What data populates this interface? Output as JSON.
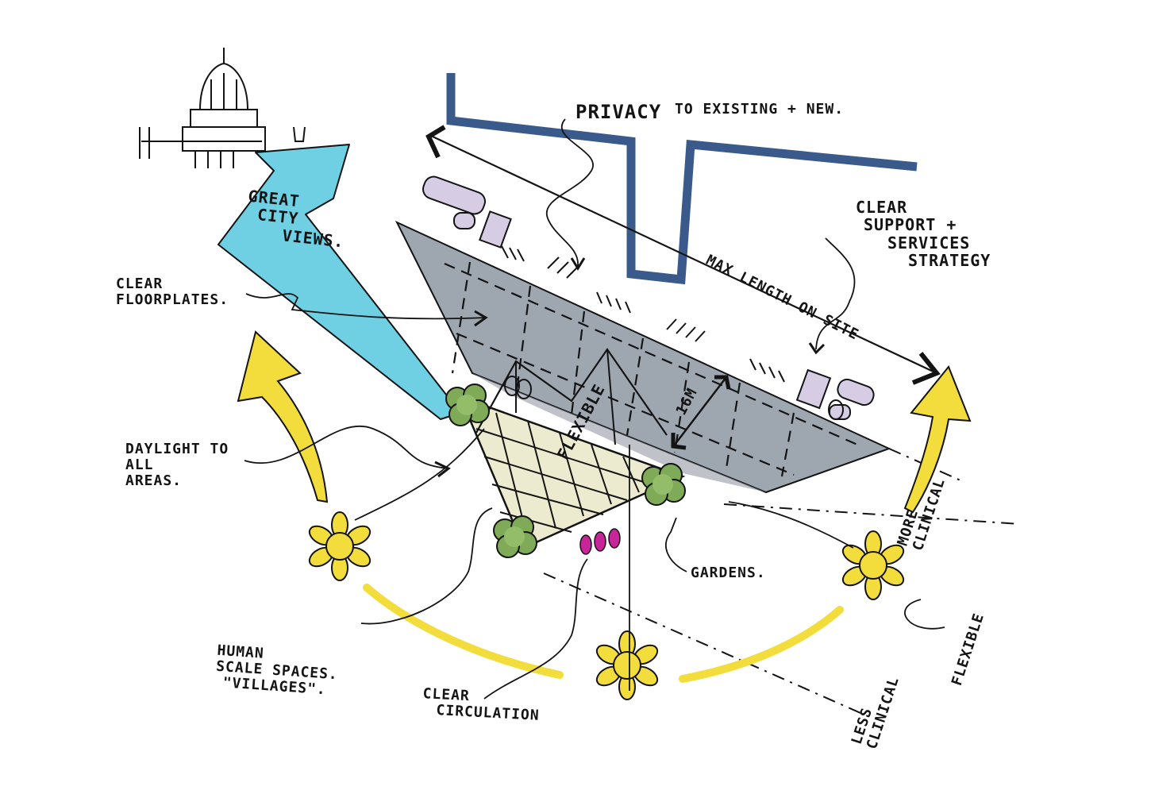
{
  "diagram": {
    "labels": {
      "privacy": "PRIVACY",
      "privacy_rest": "TO EXISTING + NEW.",
      "great_city_views": [
        "GREAT",
        "CITY",
        "VIEWS."
      ],
      "clear_floorplates": [
        "CLEAR",
        "FLOORPLATES."
      ],
      "clear_support": [
        "CLEAR",
        "SUPPORT +",
        "SERVICES",
        "STRATEGY"
      ],
      "max_length": "MAX LENGTH ON SITE",
      "dimension": "16M",
      "flexible_center": "FLEXIBLE",
      "daylight": [
        "DAYLIGHT TO",
        "ALL",
        "AREAS."
      ],
      "gardens": "GARDENS.",
      "human_scale": [
        "HUMAN",
        "SCALE SPACES.",
        "\"VILLAGES\"."
      ],
      "clear_circulation": [
        "CLEAR",
        "CIRCULATION"
      ],
      "more_clinical": [
        "MORE",
        "CLINICAL"
      ],
      "flexible_side": "FLEXIBLE",
      "less_clinical": [
        "LESS",
        "CLINICAL"
      ]
    },
    "colors": {
      "ink": "#141414",
      "existing_building": "#3a5a8c",
      "building_grey": "#9ea6b0",
      "views_cyan": "#6fd0e4",
      "sun_yellow": "#f2dd3c",
      "garden_green": "#7faa58",
      "courtyard_cream": "#ecebcf",
      "furniture_lilac": "#d6cce4",
      "seat_magenta": "#c8259a"
    },
    "icons": [
      "dome-icon",
      "sun-icon",
      "tree-icon",
      "arrow-icon"
    ]
  }
}
